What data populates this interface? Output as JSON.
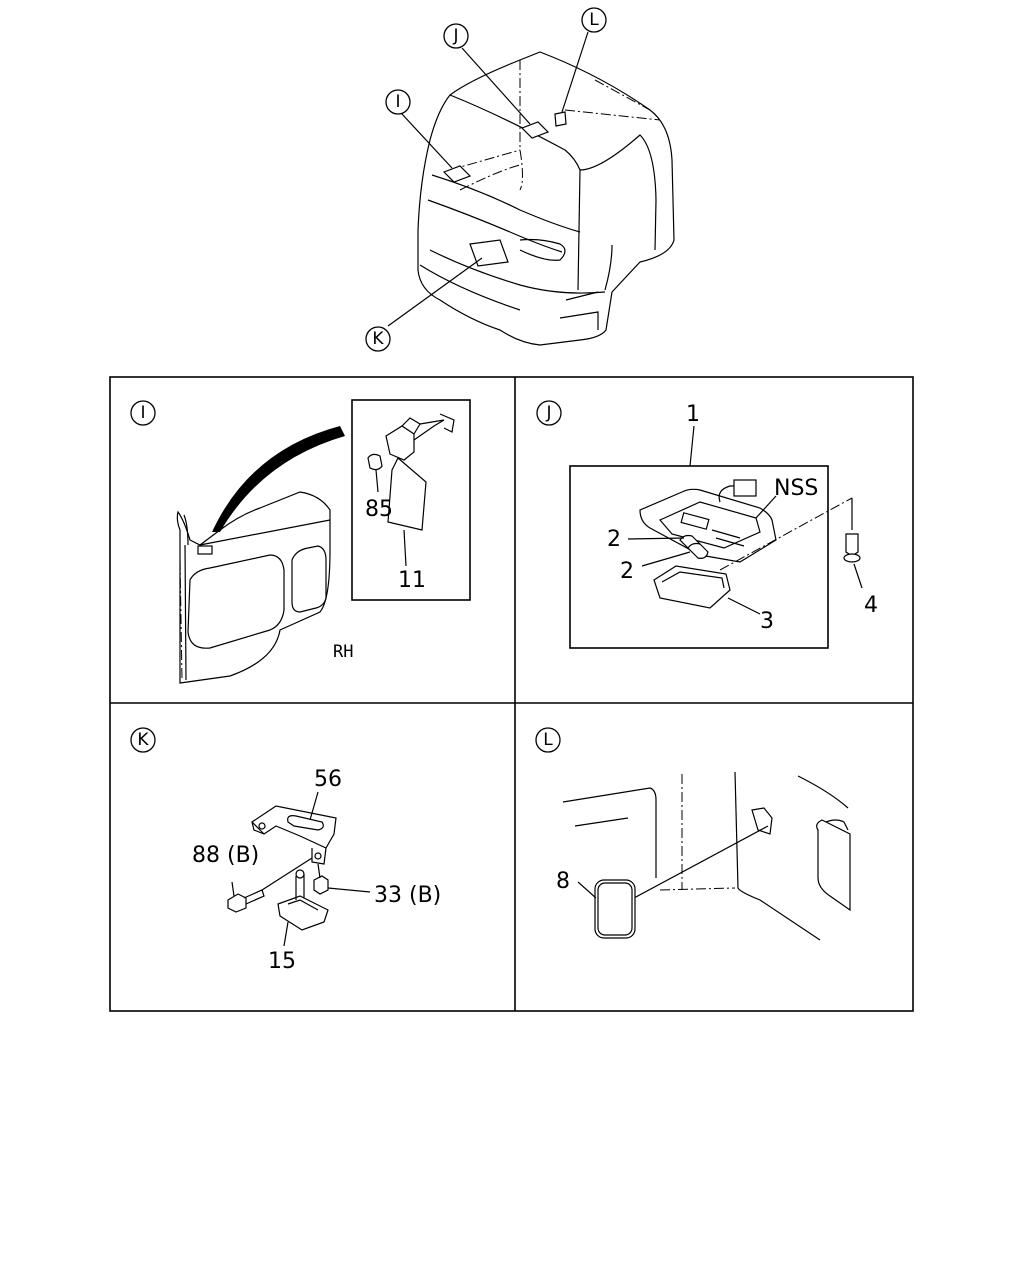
{
  "overview": {
    "callouts": [
      {
        "letter": "I"
      },
      {
        "letter": "J"
      },
      {
        "letter": "K"
      },
      {
        "letter": "L"
      }
    ]
  },
  "panels": {
    "I": {
      "letter": "I",
      "side_label": "RH",
      "parts": [
        "85",
        "11"
      ]
    },
    "J": {
      "letter": "J",
      "parts": [
        "1",
        "NSS",
        "2",
        "2",
        "4",
        "3"
      ]
    },
    "K": {
      "letter": "K",
      "parts": [
        "56",
        "88 (B)",
        "33 (B)",
        "15"
      ]
    },
    "L": {
      "letter": "L",
      "parts": [
        "8"
      ]
    }
  }
}
